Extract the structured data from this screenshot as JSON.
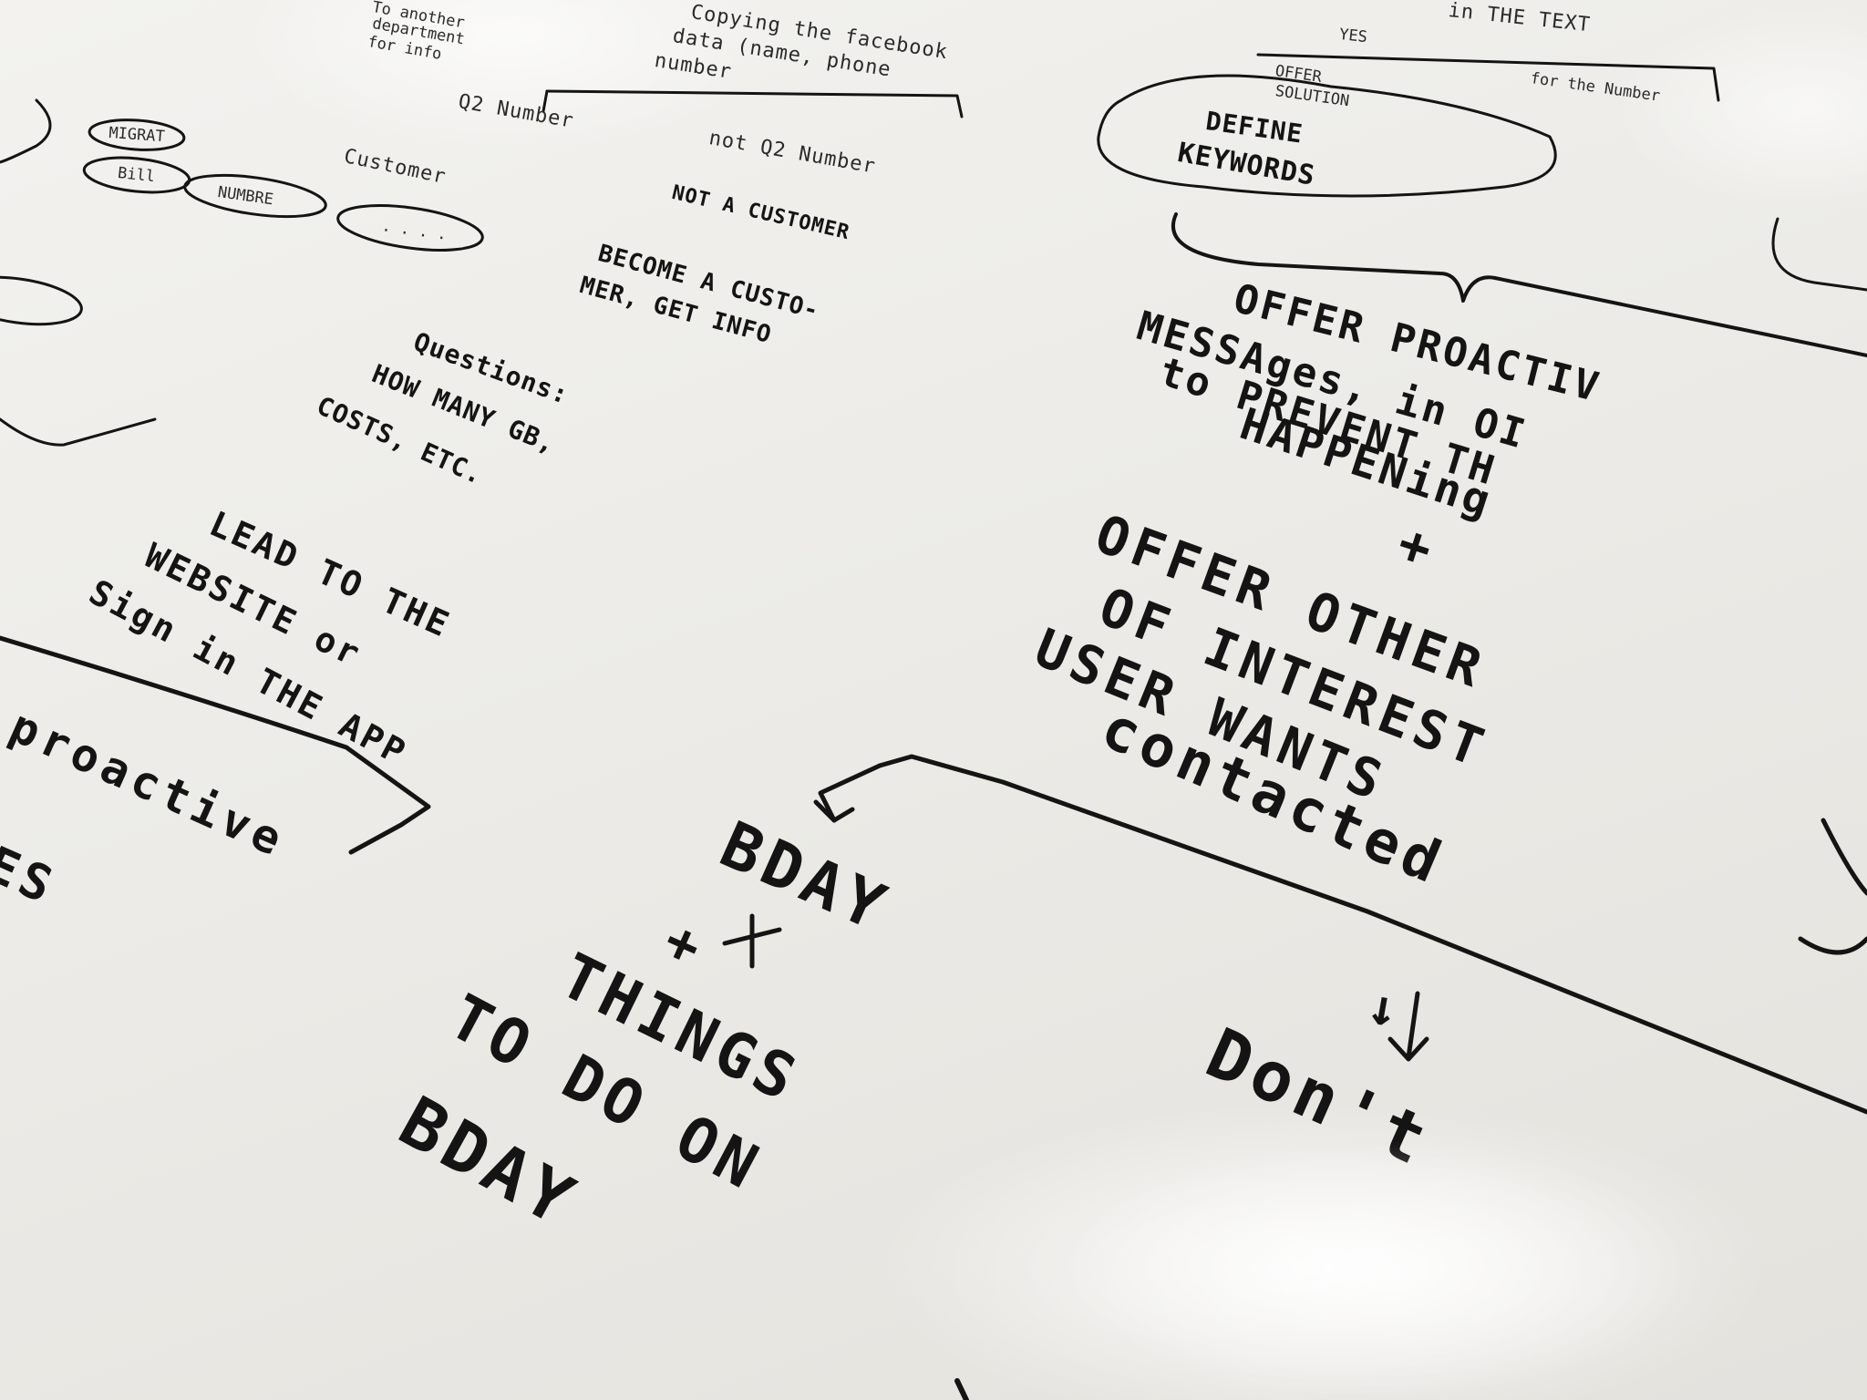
{
  "photo": {
    "subject": "whiteboard",
    "ink_color": "#141414",
    "board_color": "#f0efeb"
  },
  "text": {
    "top_left_1": "To another",
    "top_left_2": "department",
    "top_left_3": "for info",
    "top_center_1": "Copying the facebook",
    "top_center_2": "data (name, phone",
    "top_center_3": "number",
    "top_right_1": "in THE TEXT",
    "top_right_yes": "YES",
    "top_right_offer": "OFFER",
    "top_right_solution": "SOLUTION",
    "top_right_for_the_number": "for the Number",
    "q2_number": "Q2 Number",
    "customer": "Customer",
    "not_q2_number": "not Q2 Number",
    "not_a_customer": "NOT A CUSTOMER",
    "become_customer_1": "BECOME A CUSTO-",
    "become_customer_2": "MER, GET INFO",
    "questions_1": "Questions:",
    "questions_2": "HOW MANY GB,",
    "questions_3": "COSTS, ETC.",
    "lead_1": "LEAD TO THE",
    "lead_2": "WEBSITE or",
    "lead_3": "Sign in THE APP",
    "define_keywords_1": "DEFINE",
    "define_keywords_2": "KEYWORDS",
    "pill_1": "MIGRAT",
    "pill_2": "Bill",
    "pill_3": "NUMBRE",
    "pill_4": ". . . .",
    "offer_proactive_1": "OFFER PROACTIV",
    "offer_proactive_2": "MESSAges, in OI",
    "offer_proactive_3": "to PREVENT TH",
    "offer_proactive_4": "HAPPENing",
    "plus_1": "+",
    "offer_other_1": "OFFER OTHER",
    "offer_other_2": "OF INTEREST",
    "offer_other_3": "USER WANTS",
    "offer_other_4": "contacted",
    "left_proactive_1": "proactive",
    "left_proactive_2": "ES",
    "bday_1": "BDAY",
    "plus_2": "+",
    "things_1": "THINGS",
    "things_2": "TO DO ON",
    "things_3": "BDAY",
    "dont": "Don't",
    "arrow": "↓"
  }
}
